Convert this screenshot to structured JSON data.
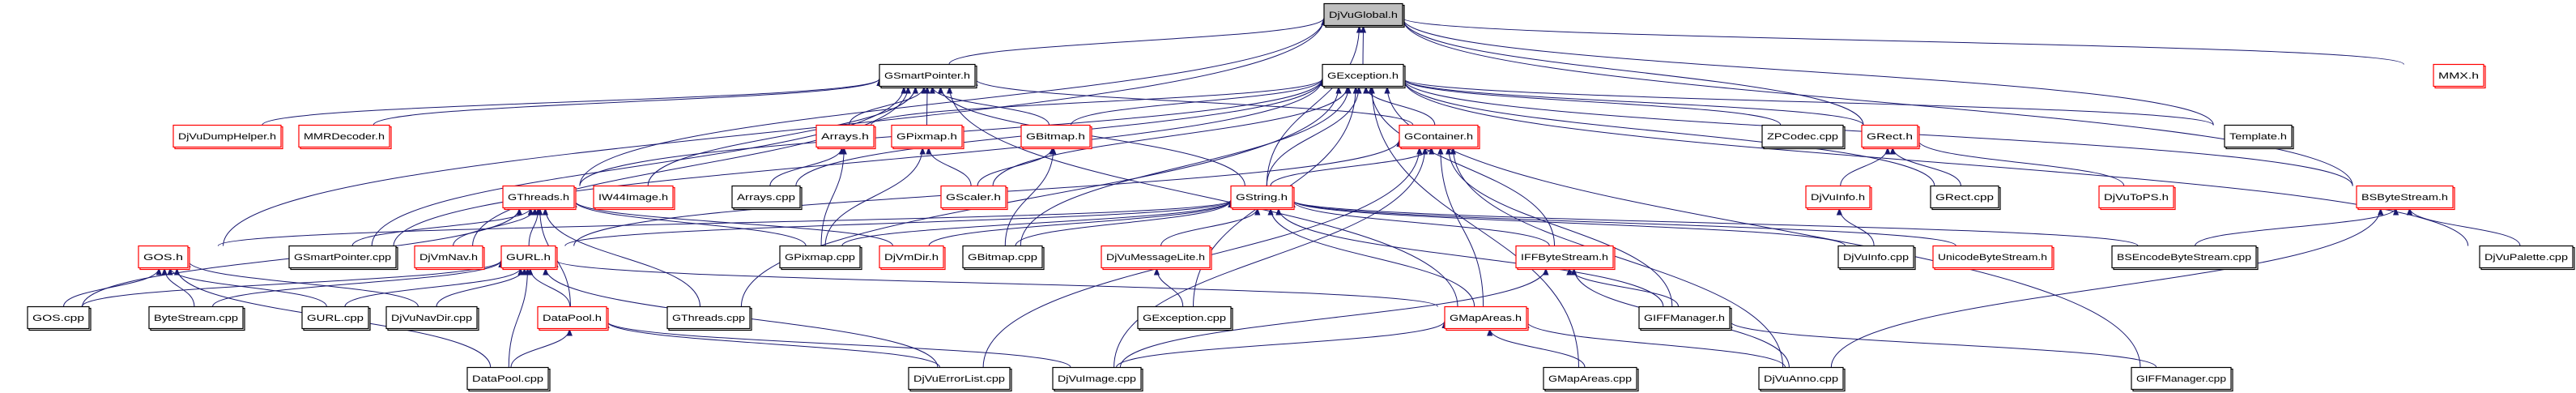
{
  "graph": {
    "edge_color": "#191970",
    "border_colors": {
      "black": "#000000",
      "red": "#ff0000",
      "gray_fill": "#bfbfbf"
    },
    "nodes": [
      {
        "id": "DjVuGlobal.h",
        "label": "DjVuGlobal.h",
        "style": "gray"
      },
      {
        "id": "GSmartPointer.h",
        "label": "GSmartPointer.h",
        "style": "black"
      },
      {
        "id": "GException.h",
        "label": "GException.h",
        "style": "black"
      },
      {
        "id": "MMX.h",
        "label": "MMX.h",
        "style": "red"
      },
      {
        "id": "DjVuDumpHelper.h",
        "label": "DjVuDumpHelper.h",
        "style": "red"
      },
      {
        "id": "MMRDecoder.h",
        "label": "MMRDecoder.h",
        "style": "red"
      },
      {
        "id": "Arrays.h",
        "label": "Arrays.h",
        "style": "red"
      },
      {
        "id": "GPixmap.h",
        "label": "GPixmap.h",
        "style": "red"
      },
      {
        "id": "GBitmap.h",
        "label": "GBitmap.h",
        "style": "red"
      },
      {
        "id": "GContainer.h",
        "label": "GContainer.h",
        "style": "red"
      },
      {
        "id": "ZPCodec.cpp",
        "label": "ZPCodec.cpp",
        "style": "black"
      },
      {
        "id": "GRect.h",
        "label": "GRect.h",
        "style": "red"
      },
      {
        "id": "Template.h",
        "label": "Template.h",
        "style": "black"
      },
      {
        "id": "GThreads.h",
        "label": "GThreads.h",
        "style": "red"
      },
      {
        "id": "IW44Image.h",
        "label": "IW44Image.h",
        "style": "red"
      },
      {
        "id": "Arrays.cpp",
        "label": "Arrays.cpp",
        "style": "black"
      },
      {
        "id": "GScaler.h",
        "label": "GScaler.h",
        "style": "red"
      },
      {
        "id": "GString.h",
        "label": "GString.h",
        "style": "red"
      },
      {
        "id": "DjVuInfo.h",
        "label": "DjVuInfo.h",
        "style": "red"
      },
      {
        "id": "GRect.cpp",
        "label": "GRect.cpp",
        "style": "black"
      },
      {
        "id": "DjVuToPS.h",
        "label": "DjVuToPS.h",
        "style": "red"
      },
      {
        "id": "BSByteStream.h",
        "label": "BSByteStream.h",
        "style": "red"
      },
      {
        "id": "GOS.h",
        "label": "GOS.h",
        "style": "red"
      },
      {
        "id": "GSmartPointer.cpp",
        "label": "GSmartPointer.cpp",
        "style": "black"
      },
      {
        "id": "DjVmNav.h",
        "label": "DjVmNav.h",
        "style": "red"
      },
      {
        "id": "GURL.h",
        "label": "GURL.h",
        "style": "red"
      },
      {
        "id": "GPixmap.cpp",
        "label": "GPixmap.cpp",
        "style": "black"
      },
      {
        "id": "DjVmDir.h",
        "label": "DjVmDir.h",
        "style": "red"
      },
      {
        "id": "GBitmap.cpp",
        "label": "GBitmap.cpp",
        "style": "black"
      },
      {
        "id": "DjVuMessageLite.h",
        "label": "DjVuMessageLite.h",
        "style": "red"
      },
      {
        "id": "IFFByteStream.h",
        "label": "IFFByteStream.h",
        "style": "red"
      },
      {
        "id": "DjVuInfo.cpp",
        "label": "DjVuInfo.cpp",
        "style": "black"
      },
      {
        "id": "UnicodeByteStream.h",
        "label": "UnicodeByteStream.h",
        "style": "red"
      },
      {
        "id": "BSEncodeByteStream.cpp",
        "label": "BSEncodeByteStream.cpp",
        "style": "black"
      },
      {
        "id": "DjVuPalette.cpp",
        "label": "DjVuPalette.cpp",
        "style": "black"
      },
      {
        "id": "GOS.cpp",
        "label": "GOS.cpp",
        "style": "black"
      },
      {
        "id": "ByteStream.cpp",
        "label": "ByteStream.cpp",
        "style": "black"
      },
      {
        "id": "GURL.cpp",
        "label": "GURL.cpp",
        "style": "black"
      },
      {
        "id": "DjVuNavDir.cpp",
        "label": "DjVuNavDir.cpp",
        "style": "black"
      },
      {
        "id": "DataPool.h",
        "label": "DataPool.h",
        "style": "red"
      },
      {
        "id": "GThreads.cpp",
        "label": "GThreads.cpp",
        "style": "black"
      },
      {
        "id": "GException.cpp",
        "label": "GException.cpp",
        "style": "black"
      },
      {
        "id": "GMapAreas.h",
        "label": "GMapAreas.h",
        "style": "red"
      },
      {
        "id": "GIFFManager.h",
        "label": "GIFFManager.h",
        "style": "black"
      },
      {
        "id": "DataPool.cpp",
        "label": "DataPool.cpp",
        "style": "black"
      },
      {
        "id": "DjVuErrorList.cpp",
        "label": "DjVuErrorList.cpp",
        "style": "black"
      },
      {
        "id": "DjVuImage.cpp",
        "label": "DjVuImage.cpp",
        "style": "black"
      },
      {
        "id": "GMapAreas.cpp",
        "label": "GMapAreas.cpp",
        "style": "black"
      },
      {
        "id": "DjVuAnno.cpp",
        "label": "DjVuAnno.cpp",
        "style": "black"
      },
      {
        "id": "GIFFManager.cpp",
        "label": "GIFFManager.cpp",
        "style": "black"
      }
    ],
    "edges": [
      [
        "GSmartPointer.h",
        "DjVuGlobal.h"
      ],
      [
        "GException.h",
        "DjVuGlobal.h"
      ],
      [
        "MMX.h",
        "DjVuGlobal.h"
      ],
      [
        "GString.h",
        "DjVuGlobal.h"
      ],
      [
        "GRect.h",
        "DjVuGlobal.h"
      ],
      [
        "BSByteStream.h",
        "DjVuGlobal.h"
      ],
      [
        "GOS.h",
        "DjVuGlobal.h"
      ],
      [
        "GThreads.h",
        "DjVuGlobal.h"
      ],
      [
        "Template.h",
        "DjVuGlobal.h"
      ],
      [
        "GString.h",
        "GContainer.h"
      ],
      [
        "GString.h",
        "GException.h"
      ],
      [
        "GString.h",
        "GSmartPointer.h"
      ],
      [
        "GContainer.h",
        "GException.h"
      ],
      [
        "GContainer.h",
        "GSmartPointer.h"
      ],
      [
        "Arrays.h",
        "GException.h"
      ],
      [
        "Arrays.h",
        "GSmartPointer.h"
      ],
      [
        "GPixmap.h",
        "GSmartPointer.h"
      ],
      [
        "GBitmap.h",
        "GSmartPointer.h"
      ],
      [
        "GBitmap.h",
        "GException.h"
      ],
      [
        "DjVuDumpHelper.h",
        "GSmartPointer.h"
      ],
      [
        "MMRDecoder.h",
        "GSmartPointer.h"
      ],
      [
        "GThreads.h",
        "GException.h"
      ],
      [
        "IW44Image.h",
        "GSmartPointer.h"
      ],
      [
        "Arrays.cpp",
        "Arrays.h"
      ],
      [
        "Arrays.cpp",
        "GException.h"
      ],
      [
        "GScaler.h",
        "GPixmap.h"
      ],
      [
        "GScaler.h",
        "GBitmap.h"
      ],
      [
        "GScaler.h",
        "GException.h"
      ],
      [
        "GRect.h",
        "GException.h"
      ],
      [
        "ZPCodec.cpp",
        "GException.h"
      ],
      [
        "Template.h",
        "GException.h"
      ],
      [
        "DjVuInfo.h",
        "GRect.h"
      ],
      [
        "GRect.cpp",
        "GRect.h"
      ],
      [
        "DjVuToPS.h",
        "GRect.h"
      ],
      [
        "GRect.cpp",
        "GException.h"
      ],
      [
        "BSByteStream.h",
        "GException.h"
      ],
      [
        "DjVuInfo.cpp",
        "DjVuInfo.h"
      ],
      [
        "DjVuInfo.cpp",
        "GString.h"
      ],
      [
        "UnicodeByteStream.h",
        "GString.h"
      ],
      [
        "BSEncodeByteStream.cpp",
        "BSByteStream.h"
      ],
      [
        "BSEncodeByteStream.cpp",
        "GString.h"
      ],
      [
        "DjVuPalette.cpp",
        "BSByteStream.h"
      ],
      [
        "DjVuPalette.cpp",
        "GException.h"
      ],
      [
        "GOS.h",
        "GString.h"
      ],
      [
        "GSmartPointer.cpp",
        "GSmartPointer.h"
      ],
      [
        "GSmartPointer.cpp",
        "GThreads.h"
      ],
      [
        "GSmartPointer.cpp",
        "GException.h"
      ],
      [
        "DjVmNav.h",
        "GThreads.h"
      ],
      [
        "DjVmNav.h",
        "GSmartPointer.h"
      ],
      [
        "GURL.h",
        "GThreads.h"
      ],
      [
        "GURL.h",
        "GString.h"
      ],
      [
        "GURL.h",
        "GContainer.h"
      ],
      [
        "GPixmap.cpp",
        "GPixmap.h"
      ],
      [
        "GPixmap.cpp",
        "Arrays.h"
      ],
      [
        "GPixmap.cpp",
        "GString.h"
      ],
      [
        "GPixmap.cpp",
        "GThreads.h"
      ],
      [
        "DjVmDir.h",
        "GString.h"
      ],
      [
        "DjVmDir.h",
        "GThreads.h"
      ],
      [
        "GBitmap.cpp",
        "GBitmap.h"
      ],
      [
        "GBitmap.cpp",
        "GString.h"
      ],
      [
        "GBitmap.cpp",
        "GException.h"
      ],
      [
        "DjVuMessageLite.h",
        "GString.h"
      ],
      [
        "IFFByteStream.h",
        "GString.h"
      ],
      [
        "IFFByteStream.h",
        "GException.h"
      ],
      [
        "GOS.cpp",
        "GOS.h"
      ],
      [
        "GOS.cpp",
        "GURL.h"
      ],
      [
        "GOS.cpp",
        "GThreads.h"
      ],
      [
        "ByteStream.cpp",
        "GOS.h"
      ],
      [
        "ByteStream.cpp",
        "GURL.h"
      ],
      [
        "GURL.cpp",
        "GOS.h"
      ],
      [
        "GURL.cpp",
        "GURL.h"
      ],
      [
        "DjVuNavDir.cpp",
        "GOS.h"
      ],
      [
        "DjVuNavDir.cpp",
        "GURL.h"
      ],
      [
        "DataPool.h",
        "GThreads.h"
      ],
      [
        "DataPool.h",
        "GURL.h"
      ],
      [
        "GThreads.cpp",
        "GThreads.h"
      ],
      [
        "GThreads.cpp",
        "GException.h"
      ],
      [
        "GException.cpp",
        "DjVuMessageLite.h"
      ],
      [
        "GException.cpp",
        "GException.h"
      ],
      [
        "GMapAreas.h",
        "GContainer.h"
      ],
      [
        "GMapAreas.h",
        "GString.h"
      ],
      [
        "GMapAreas.h",
        "GURL.h"
      ],
      [
        "GMapAreas.h",
        "GSmartPointer.h"
      ],
      [
        "GIFFManager.h",
        "IFFByteStream.h"
      ],
      [
        "GIFFManager.h",
        "GContainer.h"
      ],
      [
        "GIFFManager.h",
        "GString.h"
      ],
      [
        "DataPool.cpp",
        "DataPool.h"
      ],
      [
        "DataPool.cpp",
        "GURL.h"
      ],
      [
        "DataPool.cpp",
        "GOS.h"
      ],
      [
        "DjVuErrorList.cpp",
        "GContainer.h"
      ],
      [
        "DjVuErrorList.cpp",
        "DataPool.h"
      ],
      [
        "DjVuErrorList.cpp",
        "GURL.h"
      ],
      [
        "DjVuImage.cpp",
        "GContainer.h"
      ],
      [
        "DjVuImage.cpp",
        "GMapAreas.h"
      ],
      [
        "DjVuImage.cpp",
        "IFFByteStream.h"
      ],
      [
        "DjVuImage.cpp",
        "DataPool.h"
      ],
      [
        "GMapAreas.cpp",
        "GMapAreas.h"
      ],
      [
        "GMapAreas.cpp",
        "GException.h"
      ],
      [
        "DjVuAnno.cpp",
        "GMapAreas.h"
      ],
      [
        "DjVuAnno.cpp",
        "BSByteStream.h"
      ],
      [
        "DjVuAnno.cpp",
        "IFFByteStream.h"
      ],
      [
        "DjVuAnno.cpp",
        "GContainer.h"
      ],
      [
        "GIFFManager.cpp",
        "GIFFManager.h"
      ],
      [
        "GIFFManager.cpp",
        "GException.h"
      ]
    ]
  }
}
